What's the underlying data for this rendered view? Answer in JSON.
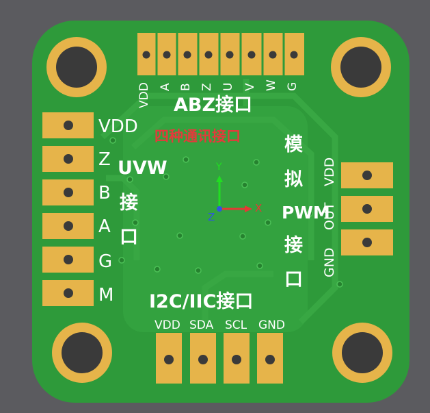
{
  "abz": {
    "title": "ABZ接口",
    "pins": [
      "VDD",
      "A",
      "B",
      "Z",
      "U",
      "V",
      "W",
      "G"
    ]
  },
  "left": {
    "pins": [
      "VDD",
      "Z",
      "B",
      "A",
      "G",
      "M"
    ],
    "title_lines": [
      "UVW",
      "接",
      "口"
    ]
  },
  "center": {
    "label": "四种通讯接口"
  },
  "axes": {
    "x": "X",
    "y": "Y",
    "z": "Z"
  },
  "right": {
    "title_lines": [
      "模",
      "拟",
      "PWM",
      "接",
      "口"
    ],
    "pins": [
      "VDD",
      "OUT",
      "GND"
    ]
  },
  "i2c": {
    "title": "I2C/IIC接口",
    "pins": [
      "VDD",
      "SDA",
      "SCL",
      "GND"
    ]
  },
  "colors": {
    "board": "#2e9a3a",
    "pad": "#e6b44a",
    "pad_hole": "#3a3a3a",
    "silk": "#ffffff",
    "accent_red": "#e23b3b",
    "axis_x": "#e53935",
    "axis_y": "#22dd22",
    "axis_z": "#2f55e0"
  }
}
